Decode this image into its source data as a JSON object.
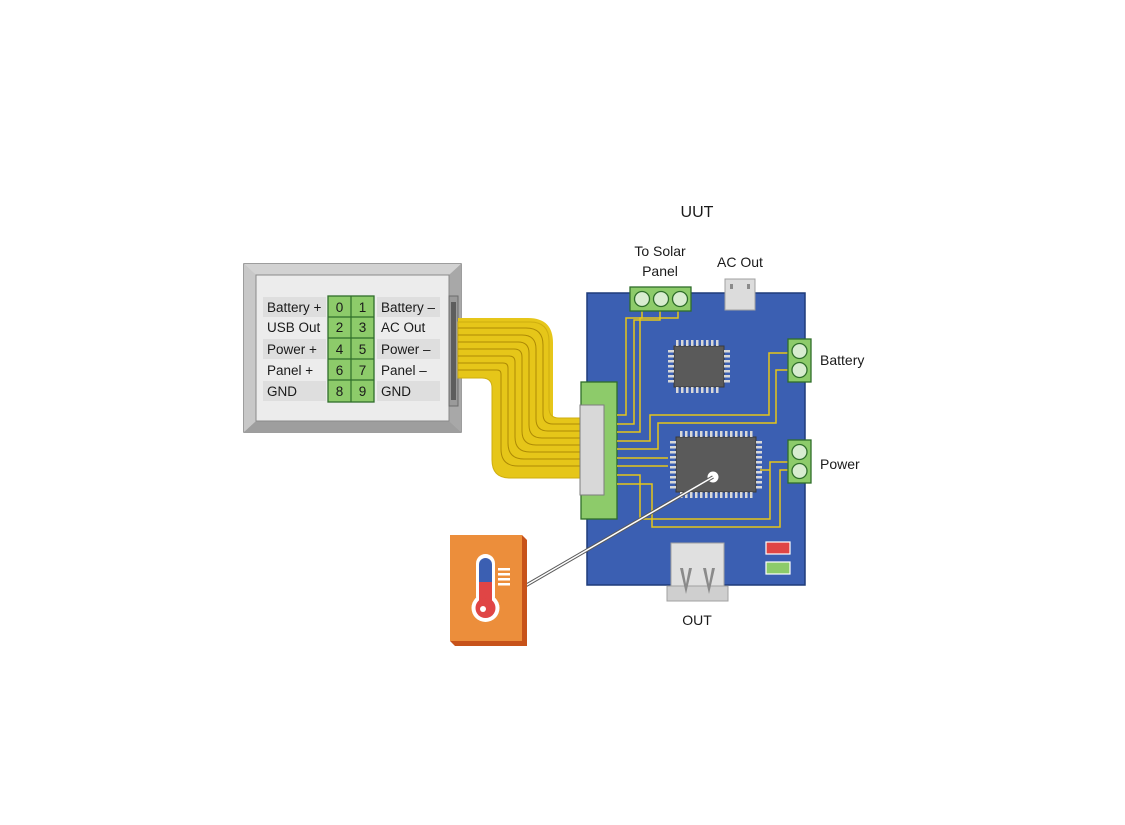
{
  "labels": {
    "uut": "UUT",
    "to_solar_panel_line1": "To Solar",
    "to_solar_panel_line2": "Panel",
    "ac_out": "AC Out",
    "battery": "Battery",
    "power": "Power",
    "out": "OUT"
  },
  "connector": {
    "rows": [
      {
        "left": "Battery +",
        "l": "0",
        "r": "1",
        "right": "Battery –"
      },
      {
        "left": "USB Out",
        "l": "2",
        "r": "3",
        "right": "AC Out"
      },
      {
        "left": "Power +",
        "l": "4",
        "r": "5",
        "right": "Power –"
      },
      {
        "left": "Panel +",
        "l": "6",
        "r": "7",
        "right": "Panel –"
      },
      {
        "left": "GND",
        "l": "8",
        "r": "9",
        "right": "GND"
      }
    ]
  },
  "colors": {
    "board": "#3b5fb2",
    "trace": "#e6c619",
    "cable": "#e6c619",
    "terminal": "#8dcb6a",
    "thermometer_tile": "#ec8e3b",
    "led_red": "#e04545",
    "led_green": "#8dcb6a"
  },
  "icons": [
    "thermometer-icon",
    "chip-icon",
    "usb-port-icon",
    "terminal-block-icon"
  ]
}
